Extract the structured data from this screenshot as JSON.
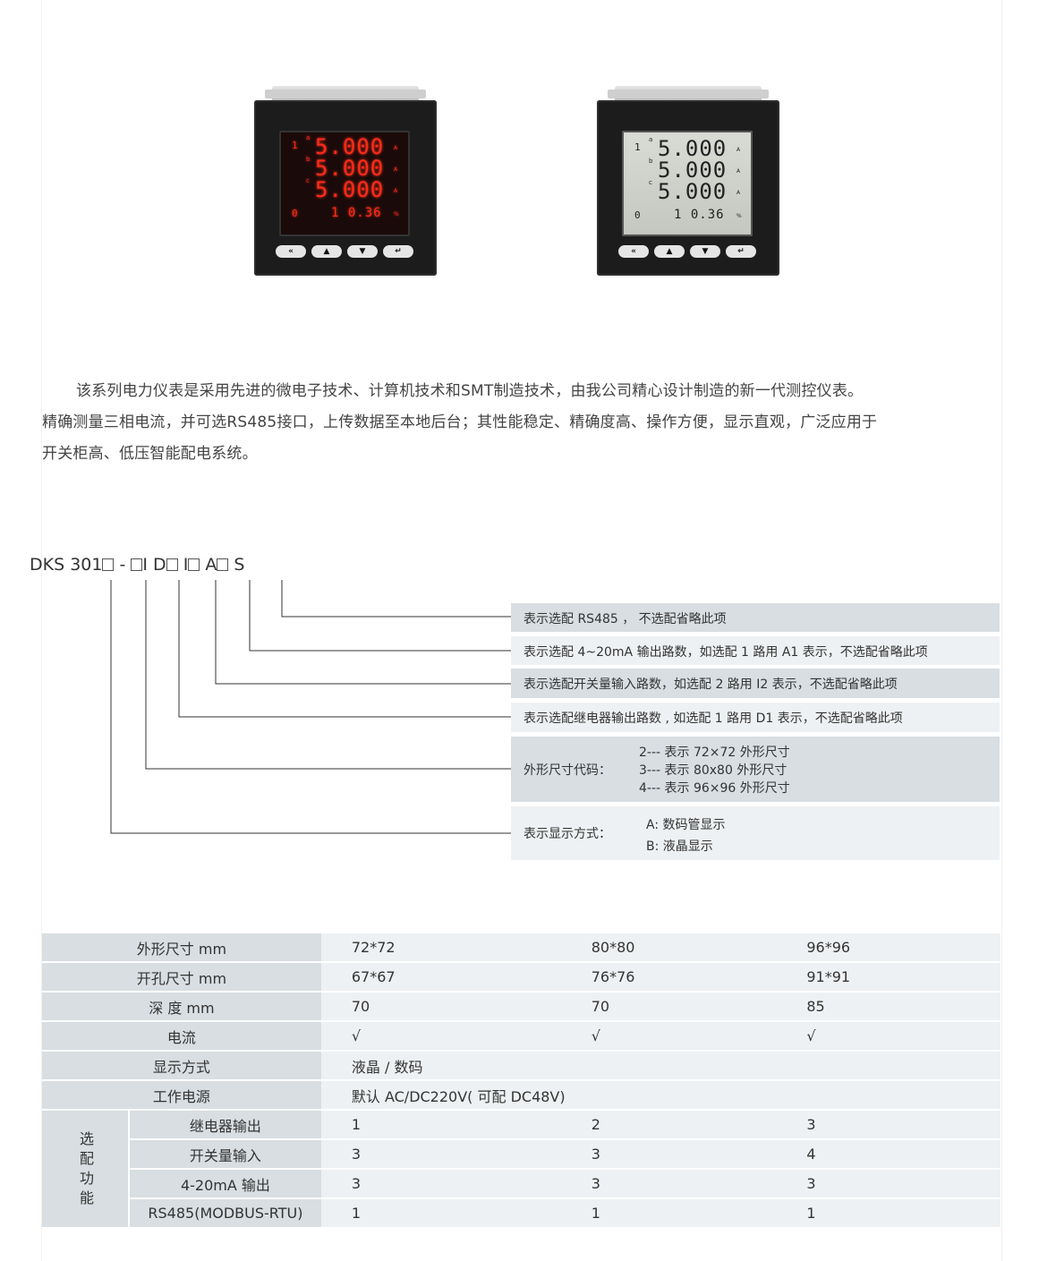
{
  "meters": [
    {
      "type": "led",
      "rows": [
        {
          "ph": "1",
          "sub": "a",
          "val": "5.000",
          "unit": "A"
        },
        {
          "ph": "",
          "sub": "b",
          "val": "5.000",
          "unit": "A"
        },
        {
          "ph": "",
          "sub": "c",
          "val": "5.000",
          "unit": "A"
        }
      ],
      "bottom": {
        "ph": "0",
        "val": "1 0.36",
        "unit": "%"
      }
    },
    {
      "type": "lcd",
      "rows": [
        {
          "ph": "1",
          "sub": "a",
          "val": "5.000",
          "unit": "A"
        },
        {
          "ph": "",
          "sub": "b",
          "val": "5.000",
          "unit": "A"
        },
        {
          "ph": "",
          "sub": "c",
          "val": "5.000",
          "unit": "A"
        }
      ],
      "bottom": {
        "ph": "0",
        "val": "1 0.36",
        "unit": "%"
      }
    }
  ],
  "keys": [
    "«",
    "▲",
    "▼",
    "↵"
  ],
  "description": {
    "line1": "该系列电力仪表是采用先进的微电子技术、计算机技术和SMT制造技术，由我公司精心设计制造的新一代测控仪表。",
    "line2": "精确测量三相电流，并可选RS485接口，上传数据至本地后台；其性能稳定、精确度高、操作方便，显示直观，广泛应用于",
    "line3": "开关柜高、低压智能配电系统。"
  },
  "model": {
    "p1": "DKS 301",
    "p2": " - ",
    "p3": "I D",
    "p4": " I",
    "p5": " A",
    "p6": " S"
  },
  "options": {
    "rs485": "表示选配 RS485 ， 不选配省略此项",
    "analog": "表示选配 4~20mA 输出路数，如选配 1 路用 A1 表示，不选配省略此项",
    "switch_in": "表示选配开关量输入路数，如选配 2 路用 I2 表示，不选配省略此项",
    "relay": "表示选配继电器输出路数 , 如选配 1 路用 D1 表示，不选配省略此项",
    "size_label": "外形尺寸代码：",
    "size_items": [
      "2--- 表示 72×72  外形尺寸",
      "3--- 表示 80x80  外形尺寸",
      "4--- 表示 96×96  外形尺寸"
    ],
    "display_label": "表示显示方式：",
    "display_items": [
      "A:  数码管显示",
      "B:  液晶显示"
    ]
  },
  "spec": {
    "rows": [
      {
        "h": "外形尺寸 mm",
        "v": [
          "72*72",
          "80*80",
          "96*96"
        ]
      },
      {
        "h": "开孔尺寸 mm",
        "v": [
          "67*67",
          "76*76",
          "91*91"
        ]
      },
      {
        "h": "深 度 mm",
        "v": [
          "70",
          "70",
          "85"
        ]
      },
      {
        "h": "电流",
        "v": [
          "√",
          "√",
          "√"
        ]
      }
    ],
    "display": {
      "h": "显示方式",
      "v": "液晶 / 数码"
    },
    "power": {
      "h": "工作电源",
      "v": "默认 AC/DC220V( 可配 DC48V)"
    },
    "group_label": "选配功能",
    "opt_rows": [
      {
        "h": "继电器输出",
        "v": [
          "1",
          "2",
          "3"
        ]
      },
      {
        "h": "开关量输入",
        "v": [
          "3",
          "3",
          "4"
        ]
      },
      {
        "h": "4-20mA 输出",
        "v": [
          "3",
          "3",
          "3"
        ]
      },
      {
        "h": "RS485(MODBUS-RTU)",
        "v": [
          "1",
          "1",
          "1"
        ]
      }
    ]
  }
}
